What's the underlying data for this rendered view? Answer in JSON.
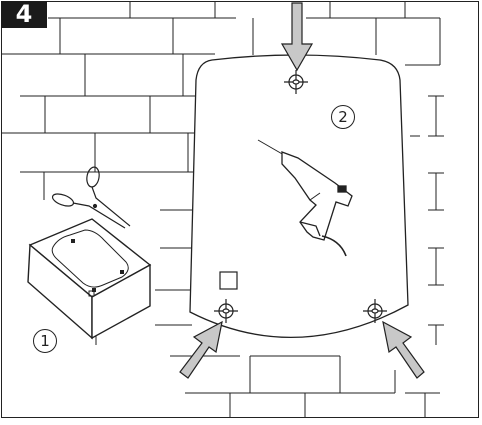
{
  "step_number": "4",
  "callouts": {
    "box": "1",
    "template": "2"
  },
  "colors": {
    "line": "#222222",
    "arrow_fill": "#c8c8c8",
    "badge_bg": "#1a1a1a"
  },
  "icons": [
    "brick-wall",
    "scissors",
    "device-box",
    "mounting-template",
    "power-drill",
    "drill-hole-crosshair",
    "arrow"
  ]
}
